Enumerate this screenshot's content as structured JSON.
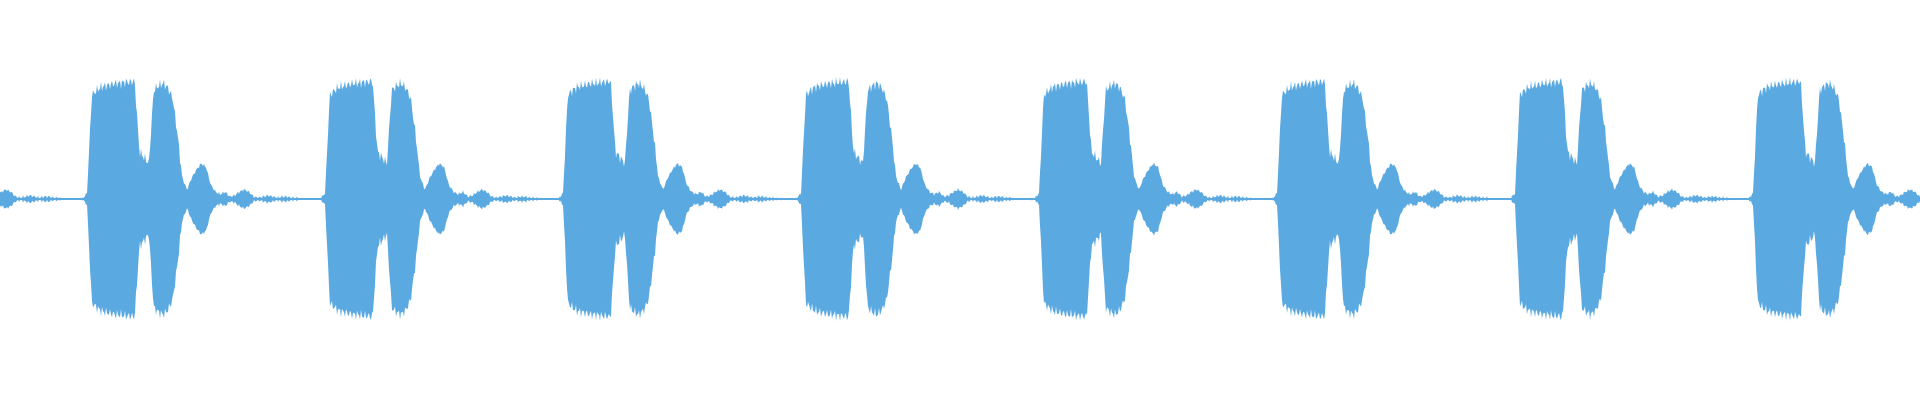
{
  "waveform": {
    "color": "#5BA9E1",
    "background": "#FFFFFF",
    "segment_count": 8,
    "amplitude_profile": [
      0.0,
      0.0,
      0.0,
      0.0,
      0.05,
      0.88,
      0.92,
      0.95,
      0.96,
      0.97,
      0.98,
      0.98,
      0.99,
      0.99,
      1.0,
      0.4,
      0.35,
      0.3,
      0.92,
      0.96,
      0.98,
      0.94,
      0.85,
      0.55,
      0.18,
      0.08,
      0.18,
      0.25,
      0.3,
      0.27,
      0.12,
      0.06,
      0.04,
      0.06,
      0.02,
      0.03,
      0.06,
      0.08,
      0.06,
      0.02,
      0.01,
      0.02,
      0.03,
      0.02,
      0.01,
      0.02,
      0.02,
      0.01,
      0.01,
      0.0
    ]
  }
}
